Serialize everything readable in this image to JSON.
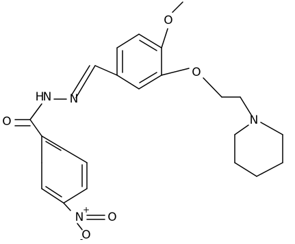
{
  "structure": {
    "atom_labels": {
      "methoxy_o": "O",
      "ether_o": "O",
      "amide_o": "O",
      "hydrazone_nh": "N",
      "hydrazone_h": "H",
      "imine_n": "N",
      "piperidine_n": "N",
      "nitro_n": "N",
      "nitro_o_double": "O",
      "nitro_o_single": "O"
    },
    "charges": {
      "nitro_n": "+",
      "nitro_o": "-"
    }
  }
}
